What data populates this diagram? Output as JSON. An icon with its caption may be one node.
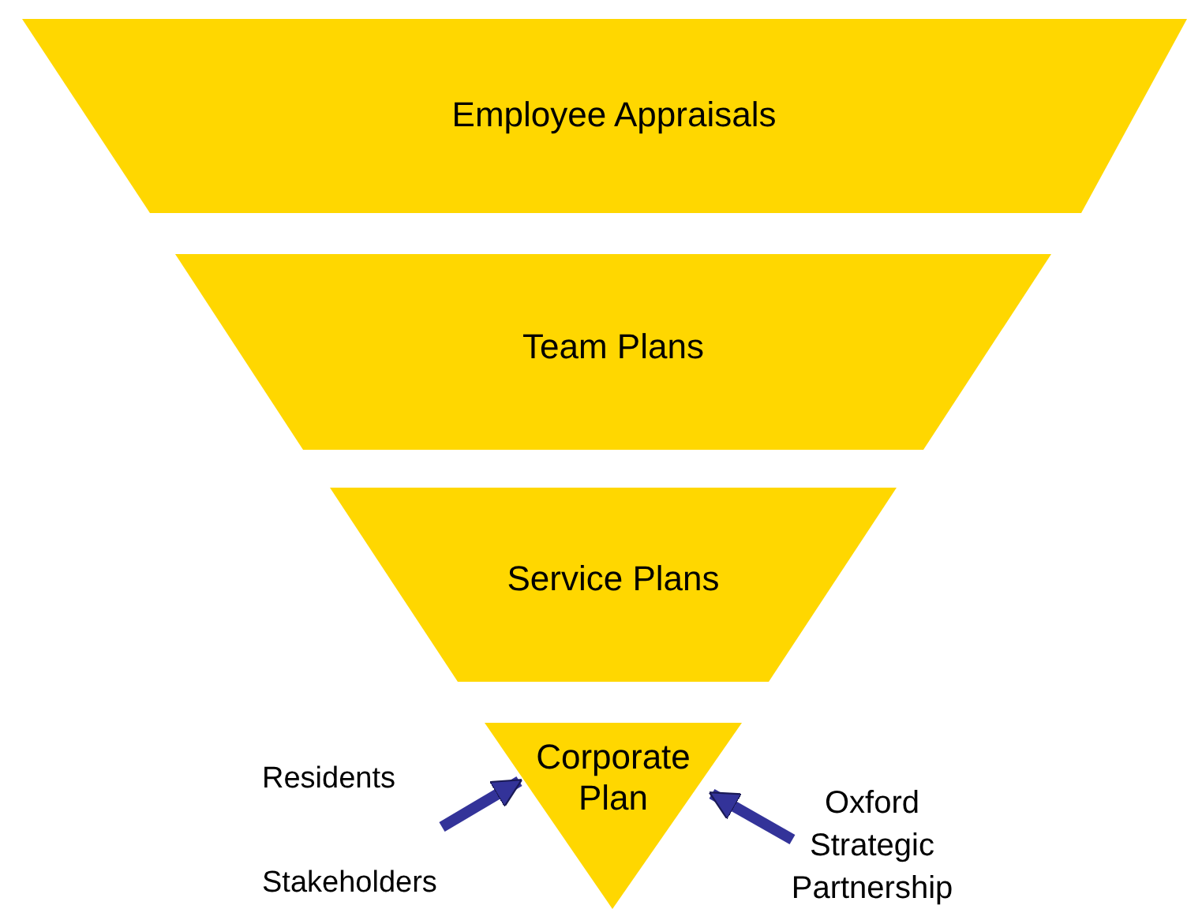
{
  "diagram": {
    "nodes": [
      {
        "text": [
          "Employee Appraisals"
        ]
      },
      {
        "text": [
          "Team Plans"
        ]
      },
      {
        "text": [
          "Service Plans"
        ]
      },
      {
        "text": [
          "Corporate Plan"
        ]
      },
      {
        "text": [
          "Oxford Strategic Partnership"
        ]
      }
    ],
    "edges": [
      {
        "from": null,
        "to": 3,
        "arrow": "to"
      },
      {
        "from": 4,
        "to": 3,
        "arrow": "to"
      }
    ],
    "labels": [
      "Residents",
      "Stakeholders"
    ]
  }
}
